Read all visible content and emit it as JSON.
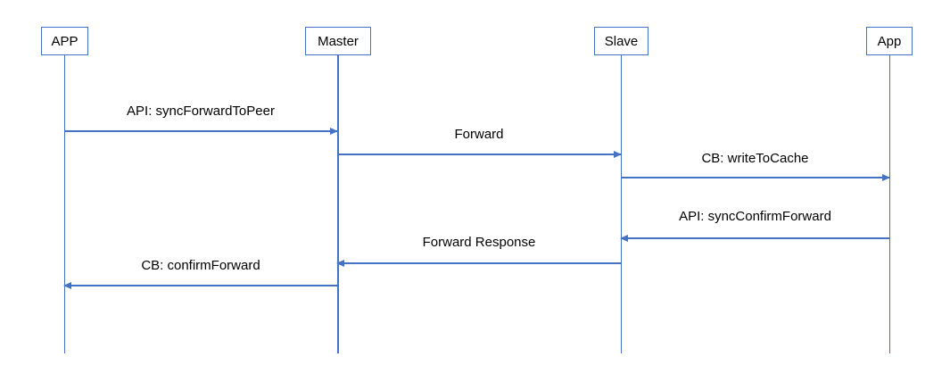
{
  "diagram": {
    "type": "sequence-diagram",
    "colors": {
      "line": "#4472C4",
      "text": "#000000",
      "background": "#ffffff"
    },
    "actors": [
      {
        "id": "app-caller",
        "label": "APP"
      },
      {
        "id": "master",
        "label": "Master"
      },
      {
        "id": "slave",
        "label": "Slave"
      },
      {
        "id": "app-peer",
        "label": "App"
      }
    ],
    "messages": [
      {
        "label": "API: syncForwardToPeer",
        "from": "APP",
        "to": "Master",
        "direction": "right"
      },
      {
        "label": "Forward",
        "from": "Master",
        "to": "Slave",
        "direction": "right"
      },
      {
        "label": "CB: writeToCache",
        "from": "Slave",
        "to": "App",
        "direction": "right"
      },
      {
        "label": "API: syncConfirmForward",
        "from": "App",
        "to": "Slave",
        "direction": "left"
      },
      {
        "label": "Forward Response",
        "from": "Slave",
        "to": "Master",
        "direction": "left"
      },
      {
        "label": "CB: confirmForward",
        "from": "Master",
        "to": "APP",
        "direction": "left"
      }
    ]
  }
}
